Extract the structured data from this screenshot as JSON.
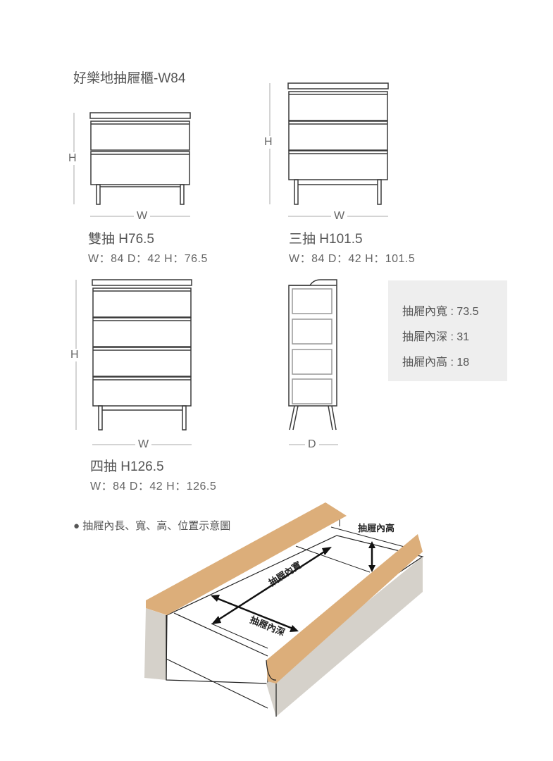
{
  "title": "好樂地抽屜櫃-W84",
  "models": [
    {
      "name": "雙抽 H76.5",
      "spec": "W：84   D：42  H：76.5",
      "w_label": "W",
      "h_label": "H"
    },
    {
      "name": "三抽 H101.5",
      "spec": "W：84   D：42  H：101.5",
      "w_label": "W",
      "h_label": "H"
    },
    {
      "name": "四抽 H126.5",
      "spec": "W：84   D：42  H：126.5",
      "w_label": "W",
      "h_label": "H"
    }
  ],
  "side_view": {
    "d_label": "D"
  },
  "inner_dims": [
    "抽屜內寬 : 73.5",
    "抽屜內深 : 31",
    "抽屜內高 : 18"
  ],
  "diagram": {
    "caption": "抽屜內長、寬、高、位置示意圖",
    "width_label": "抽屜內寬",
    "depth_label": "抽屜內深",
    "height_label": "抽屜內高"
  },
  "colors": {
    "wood": "#dcae7a",
    "panel": "#d5d1ca",
    "line": "#333333"
  }
}
